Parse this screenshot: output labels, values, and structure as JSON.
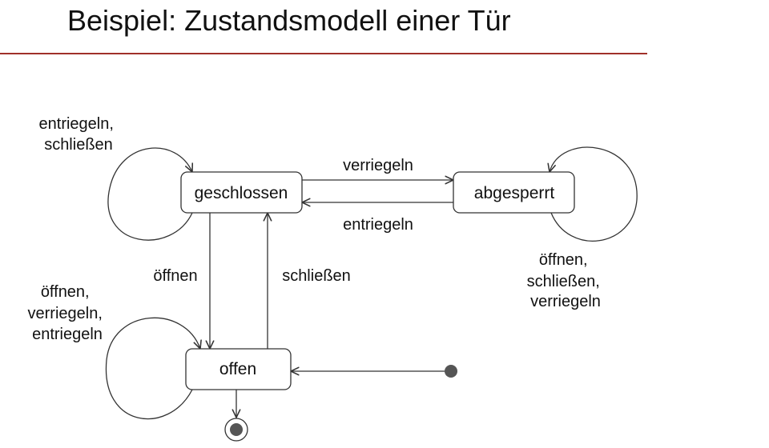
{
  "slide": {
    "title": "Beispiel: Zustandsmodell einer Tür",
    "accent_color": "#a0302a"
  },
  "diagram": {
    "type": "state-machine",
    "states": {
      "geschlossen": "geschlossen",
      "abgesperrt": "abgesperrt",
      "offen": "offen"
    },
    "initial_state": "offen",
    "final_state_from": "offen",
    "transitions": {
      "geschlossen_to_abgesperrt": "verriegeln",
      "abgesperrt_to_geschlossen": "entriegeln",
      "geschlossen_to_offen": "öffnen",
      "offen_to_geschlossen": "schließen",
      "geschlossen_self": [
        "entriegeln,",
        "schließen"
      ],
      "abgesperrt_self": [
        "öffnen,",
        "schließen,",
        "verriegeln"
      ],
      "offen_self": [
        "öffnen,",
        "verriegeln,",
        "entriegeln"
      ]
    }
  }
}
